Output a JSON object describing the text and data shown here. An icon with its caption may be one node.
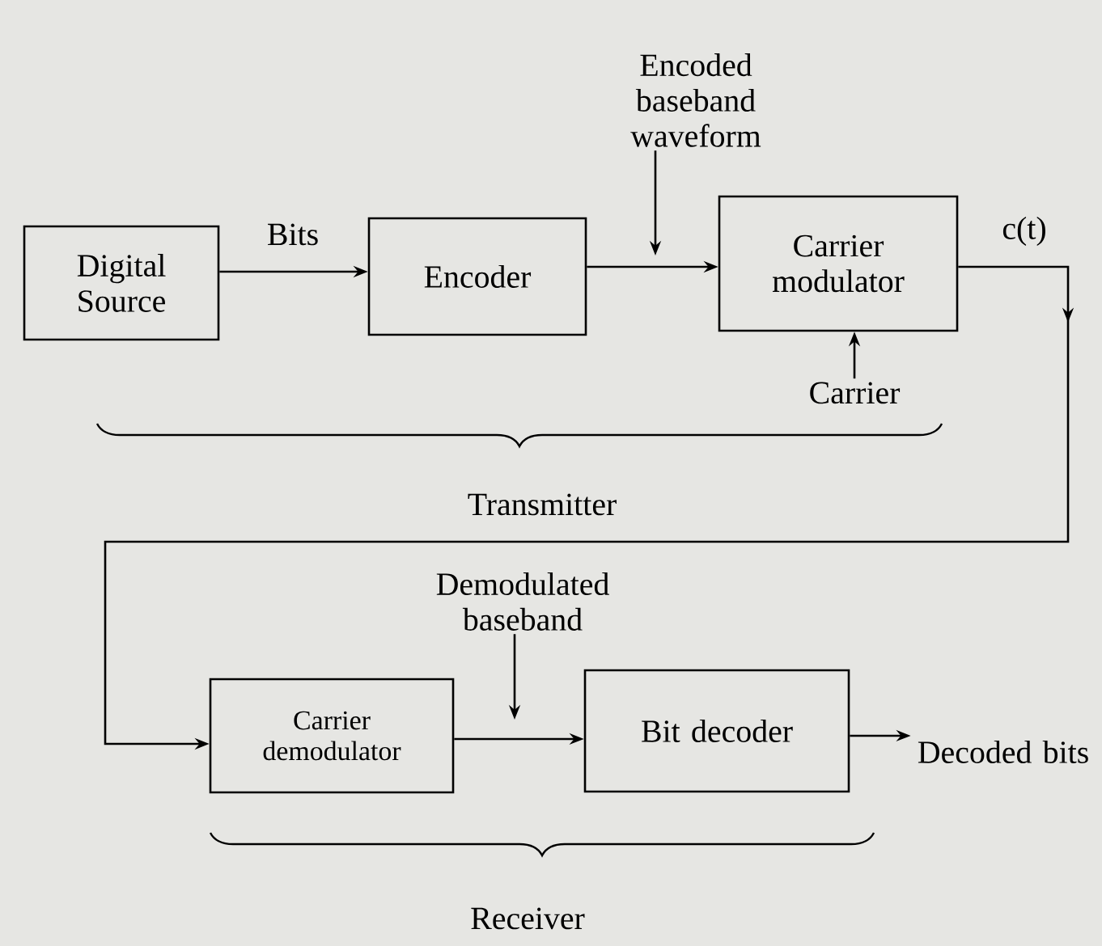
{
  "diagram": {
    "nodes": [
      {
        "text": [
          "Digital Source"
        ]
      },
      {
        "text": [
          "Encoder"
        ]
      },
      {
        "text": [
          "Carrier modulator"
        ]
      },
      {
        "text": [
          "Carrier demodulator"
        ]
      },
      {
        "text": [
          "Bit decoder"
        ]
      },
      {
        "text": [
          "Decoded bits"
        ]
      },
      {
        "text": [
          "Carrier"
        ]
      },
      {
        "text": [
          "Encoded baseband waveform"
        ]
      },
      {
        "text": [
          "Demodulated baseband"
        ]
      }
    ],
    "edges": [
      {
        "from": 0,
        "to": 1,
        "arrow": "to",
        "label": "Bits"
      },
      {
        "from": 1,
        "to": 2,
        "arrow": "to"
      },
      {
        "from": 2,
        "to": 3,
        "arrow": "to",
        "label": "c(t)"
      },
      {
        "from": 3,
        "to": 4,
        "arrow": "to"
      },
      {
        "from": 4,
        "to": 5,
        "arrow": "to"
      },
      {
        "from": 6,
        "to": 2,
        "arrow": "to"
      },
      {
        "from": 7,
        "to": null,
        "arrow": "to"
      },
      {
        "from": 8,
        "to": null,
        "arrow": "to"
      }
    ],
    "labels": [
      "Transmitter",
      "Receiver"
    ]
  }
}
